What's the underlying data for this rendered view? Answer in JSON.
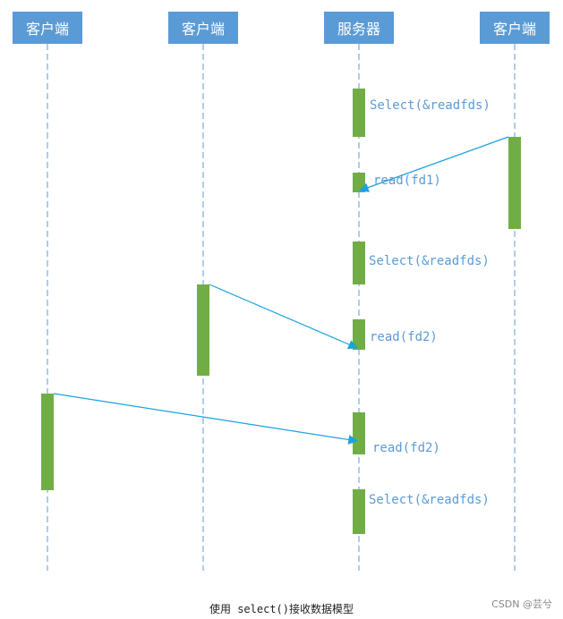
{
  "participants": [
    "客户端",
    "客户端",
    "服务器",
    "客户端"
  ],
  "messages": {
    "select1": "Select(&readfds)",
    "read1": "read(fd1)",
    "select2": "Select(&readfds)",
    "read2": "read(fd2)",
    "read3": "read(fd2)",
    "select3": "Select(&readfds)"
  },
  "caption": "使用 select()接收数据模型",
  "watermark": "CSDN @芸兮",
  "colors": {
    "header": "#5b9bd5",
    "activation": "#70ad47",
    "arrow": "#1aa3dd",
    "label": "#5b9bd5",
    "lifeline": "#5b9bd5"
  }
}
